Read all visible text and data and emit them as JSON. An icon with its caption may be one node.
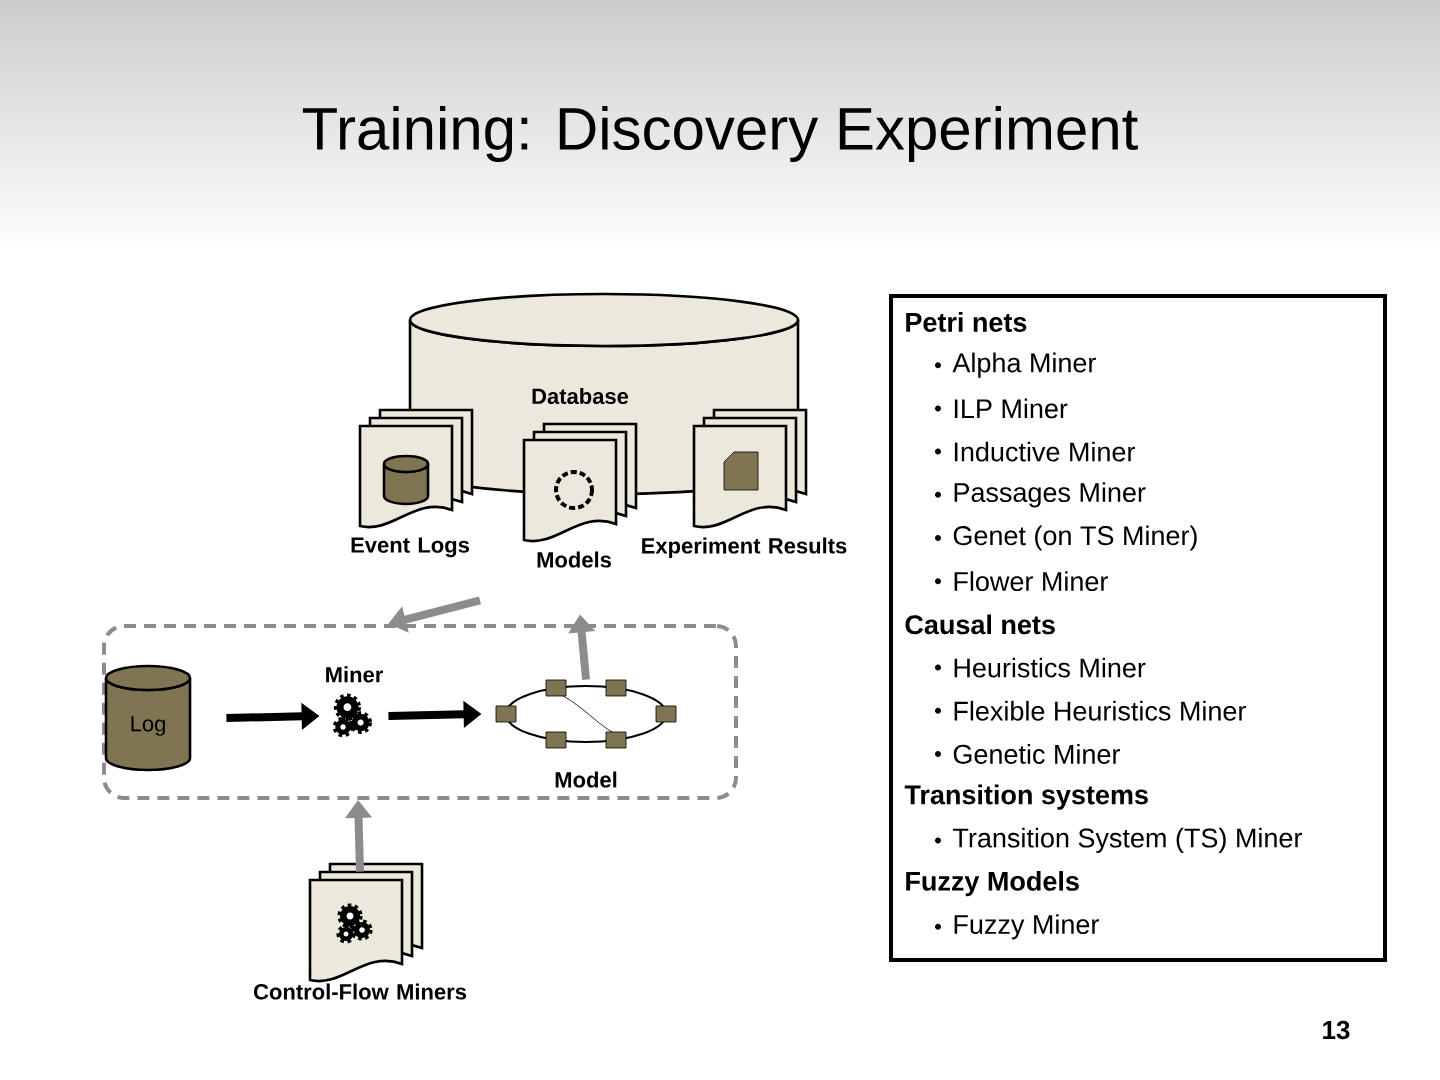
{
  "diagram": {
    "title": "Training: Discovery Experiment",
    "nodes": [
      {
        "text": [
          "Database"
        ]
      },
      {
        "text": [
          "Event Logs"
        ]
      },
      {
        "text": [
          "Models"
        ]
      },
      {
        "text": [
          "Experiment Results"
        ]
      },
      {
        "text": [],
        "shape": "box"
      },
      {
        "text": [
          "Log"
        ],
        "in": 4
      },
      {
        "text": [
          "Miner"
        ],
        "in": 4
      },
      {
        "text": [
          "Model"
        ],
        "in": 4
      },
      {
        "text": [
          "Control-Flow Miners"
        ]
      },
      {
        "text": [
          "**Petri nets**",
          "Alpha Miner",
          "ILP Miner",
          "Inductive Miner",
          "Passages Miner",
          "Genet (on TS Miner)",
          "Flower Miner",
          "**Causal nets**",
          "Heuristics Miner",
          "Flexible Heuristics Miner",
          "Genetic Miner",
          "**Transition systems**",
          "Transition System (TS) Miner",
          "**Fuzzy Models**",
          "Fuzzy Miner"
        ]
      }
    ],
    "edges": [
      {
        "from": 1,
        "to": 4,
        "arrow": "to"
      },
      {
        "from": 5,
        "to": 6,
        "arrow": "to",
        "color": "#000000"
      },
      {
        "from": 6,
        "to": 7,
        "arrow": "to",
        "color": "#000000"
      },
      {
        "from": 7,
        "to": 2,
        "arrow": "to"
      },
      {
        "from": 8,
        "to": 4,
        "arrow": "to"
      }
    ],
    "labels": [
      "13"
    ]
  }
}
